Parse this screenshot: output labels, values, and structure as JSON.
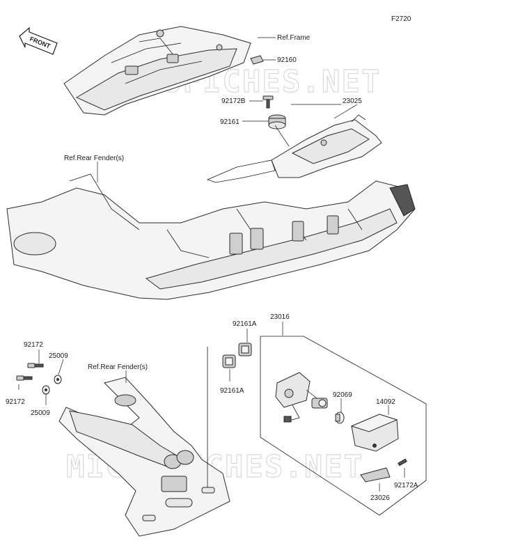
{
  "figure_code": "F2720",
  "front_label": "FRONT",
  "watermark": "MICROFICHES.NET",
  "callouts": {
    "ref_frame": "Ref.Frame",
    "p92160": "92160",
    "p92172B": "92172B",
    "p23025": "23025",
    "p92161": "92161",
    "ref_rear_fender_top": "Ref.Rear Fender(s)",
    "p92172_top": "92172",
    "p25009_top": "25009",
    "ref_rear_fender_bottom": "Ref.Rear Fender(s)",
    "p92172_bottom": "92172",
    "p25009_bottom": "25009",
    "p92161A_top": "92161A",
    "p23016": "23016",
    "p92161A_bottom": "92161A",
    "p92069": "92069",
    "p14092": "14092",
    "p92172A": "92172A",
    "p23026": "23026"
  }
}
